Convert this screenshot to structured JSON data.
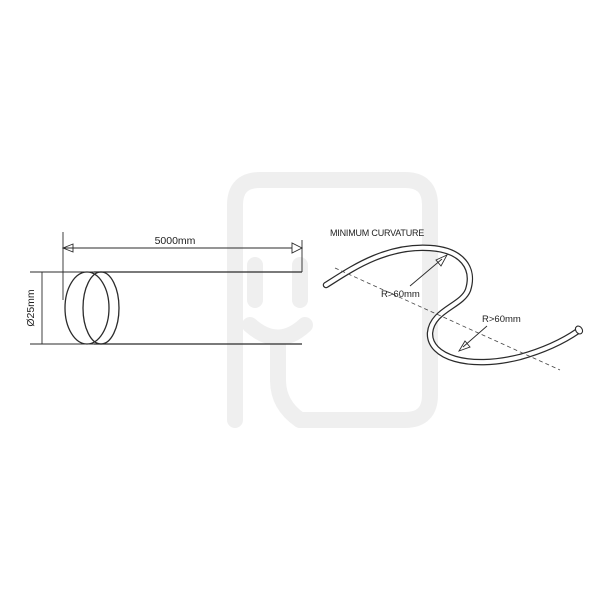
{
  "labels": {
    "length": "5000mm",
    "diameter": "Ø25mm",
    "curvature_title": "MINIMUM CURVATURE",
    "radius_1": "R>60mm",
    "radius_2": "R>60mm"
  },
  "colors": {
    "line": "#2b2b2b",
    "dash": "#444444",
    "watermark": "#efefef"
  },
  "watermark": {
    "icon": "plug-icon",
    "description_visible": false
  }
}
